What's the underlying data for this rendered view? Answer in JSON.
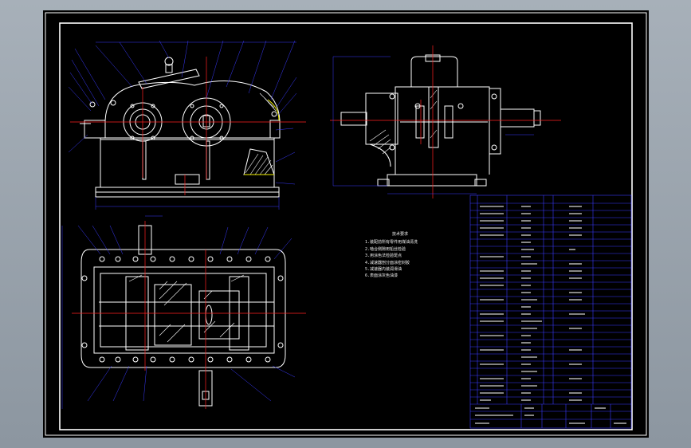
{
  "drawing": {
    "notes_title": "技术要求",
    "notes": [
      "1.装配前所有零件用煤油清洗",
      "2.啮合侧隙用铅丝检验",
      "3.用涂色法检验斑点",
      "4.减速器剖分面涂密封胶",
      "5.减速器内装润滑油",
      "6.表面涂灰色油漆"
    ]
  },
  "colors": {
    "background": "#000000",
    "frame": "#ffffff",
    "outline": "#ffffff",
    "centerline": "#ff2020",
    "hatch": "#ffffff",
    "bom": "#3a3aff",
    "leader": "#3a3aff",
    "yellow": "#f0f000"
  }
}
